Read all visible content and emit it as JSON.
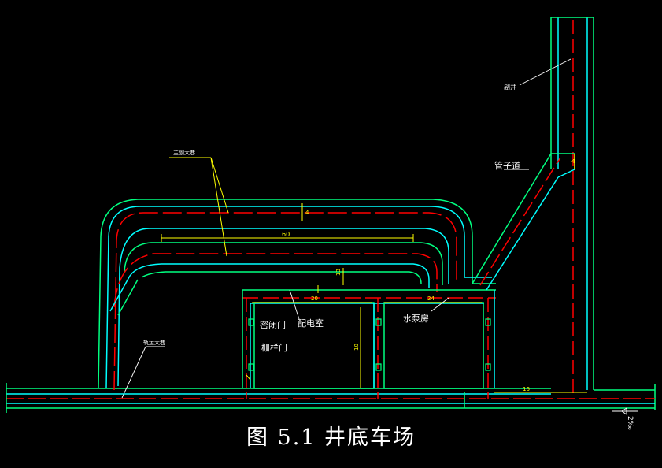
{
  "colors": {
    "background": "#000000",
    "wall": "#00ff80",
    "inner_wall": "#00ffff",
    "track": "#ff0000",
    "dimension": "#ffff00",
    "text": "#ffffff"
  },
  "labels": {
    "shaft": "副井",
    "main_haulage": "主副大巷",
    "pipe_roadway": "管子道",
    "substation": "配电室",
    "pump_room": "水泵房",
    "closed_door": "密闭门",
    "grille_door": "栅栏门",
    "main_roadway": "轨运大巷"
  },
  "dimensions": {
    "loop_length": "60",
    "roadway_width": "4",
    "gap_a": "13",
    "substation_width": "20",
    "pump_width": "24",
    "room_height": "10",
    "shaft_offset": "16",
    "pipe_width": "4",
    "slope": "2‰"
  },
  "caption": "图 5.1 井底车场"
}
